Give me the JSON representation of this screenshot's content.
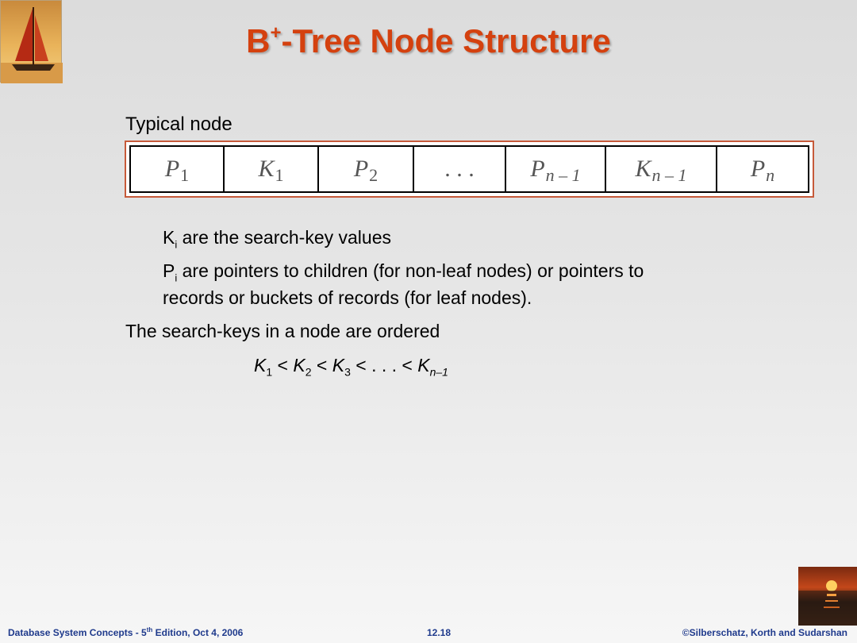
{
  "slide": {
    "title_main": "B",
    "title_sup": "+",
    "title_rest": "-Tree Node Structure",
    "typical_node_label": "Typical node",
    "node_cells": [
      {
        "base": "P",
        "sub": "1"
      },
      {
        "base": "K",
        "sub": "1"
      },
      {
        "base": "P",
        "sub": "2"
      },
      {
        "base": ". . .",
        "sub": ""
      },
      {
        "base": "P",
        "sub": "n – 1"
      },
      {
        "base": "K",
        "sub": "n – 1"
      },
      {
        "base": "P",
        "sub": "n"
      }
    ],
    "ki_prefix": "K",
    "ki_sub": "i",
    "ki_text": " are the search-key values",
    "pi_prefix": "P",
    "pi_sub": "i",
    "pi_text_line1": " are pointers to children (for non-leaf nodes) or pointers to",
    "pi_text_line2": "records or buckets of records (for leaf nodes).",
    "ordered_text": "The search-keys in a node are ordered",
    "formula": {
      "k": "K",
      "s1": "1",
      "s2": "2",
      "s3": "3",
      "sn": "n–1",
      "lt": " < ",
      "dots": " . . . "
    }
  },
  "footer": {
    "left_a": "Database System Concepts - 5",
    "left_sup": "th",
    "left_b": " Edition, Oct 4, 2006",
    "center": "12.18",
    "right": "©Silberschatz, Korth and Sudarshan"
  },
  "colors": {
    "title": "#d4410f",
    "footer": "#1f3a8c",
    "node_border": "#c65a3a"
  }
}
